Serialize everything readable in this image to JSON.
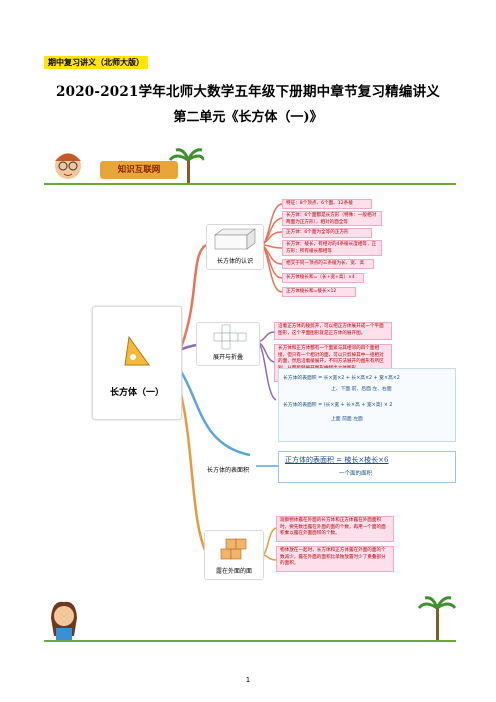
{
  "header": {
    "tag": "期中复习讲义（北师大版）",
    "title": "2020-2021学年北师大数学五年级下册期中章节复习精编讲义",
    "subtitle": "第二单元《长方体（一)》"
  },
  "banner": {
    "label": "知识互联网"
  },
  "mindmap": {
    "center": "长方体（一）",
    "branches": [
      {
        "label": "长方体的认识",
        "leaves": [
          "特征：8个顶点、6个面、12条棱",
          "长方体：6个面都是长方形（特殊：一般相对两面为正方形），相对的面全等",
          "正方体：6个面为全等的正方形",
          "长方体：棱长，有相对的4条棱长度相等，正方形：所有棱长都相等",
          "相交于同一顶点的三条棱为长、宽、高",
          "长方体棱长和=（长+宽+高）×4",
          "正方体棱长和=棱长×12"
        ]
      },
      {
        "label": "展开与折叠",
        "leaves": [
          "沿着正方体的棱剪开，可以把正方体展开成一个平面图形，这个平面图形就是正方体的展开图。",
          "长方体和正方体都有一个面紧与其相邻的四个面相接，但只有一个相对的面，可以只剪掉其中一组相对的面，然后沿着棱展开，不同方法展开的图形有所区别，从而能够展开图形推想出立体图形。"
        ]
      },
      {
        "label": "长方体的表面积",
        "leaves": []
      },
      {
        "label": "露在外面的面",
        "leaves": [
          "观察物体露在外面的长方体和正方体露在外面面积时，要先数出露在外面的面的个数，再用一个面的面积乘以露在外面面积的个数。",
          "物体放在一起时，长方体和正方体露在外面的面的个数减少，露在外面的面积比单独放置时少了重叠部分的面积。"
        ]
      }
    ],
    "table": {
      "row1": "长方体的表面积 = 长×宽×2 + 长×高×2 + 宽×高×2",
      "row1_sub": "上、下面    前、后面    左、右面",
      "row2": "长方体的表面积 = (长×宽 + 长×高 + 宽×高) × 2",
      "row2_sub": "上面     前面     左面"
    },
    "formula": {
      "main": "正方体的表面积 = 棱长×棱长×6",
      "sub": "一个面的面积"
    }
  },
  "footer": {
    "page": "1"
  },
  "colors": {
    "tag_bg": "#ffe600",
    "branch1": "#e8735a",
    "branch2": "#8e6bb8",
    "branch3": "#5aa6d6",
    "branch4": "#e89a3a",
    "leaf_bg": "#fde0ec"
  }
}
